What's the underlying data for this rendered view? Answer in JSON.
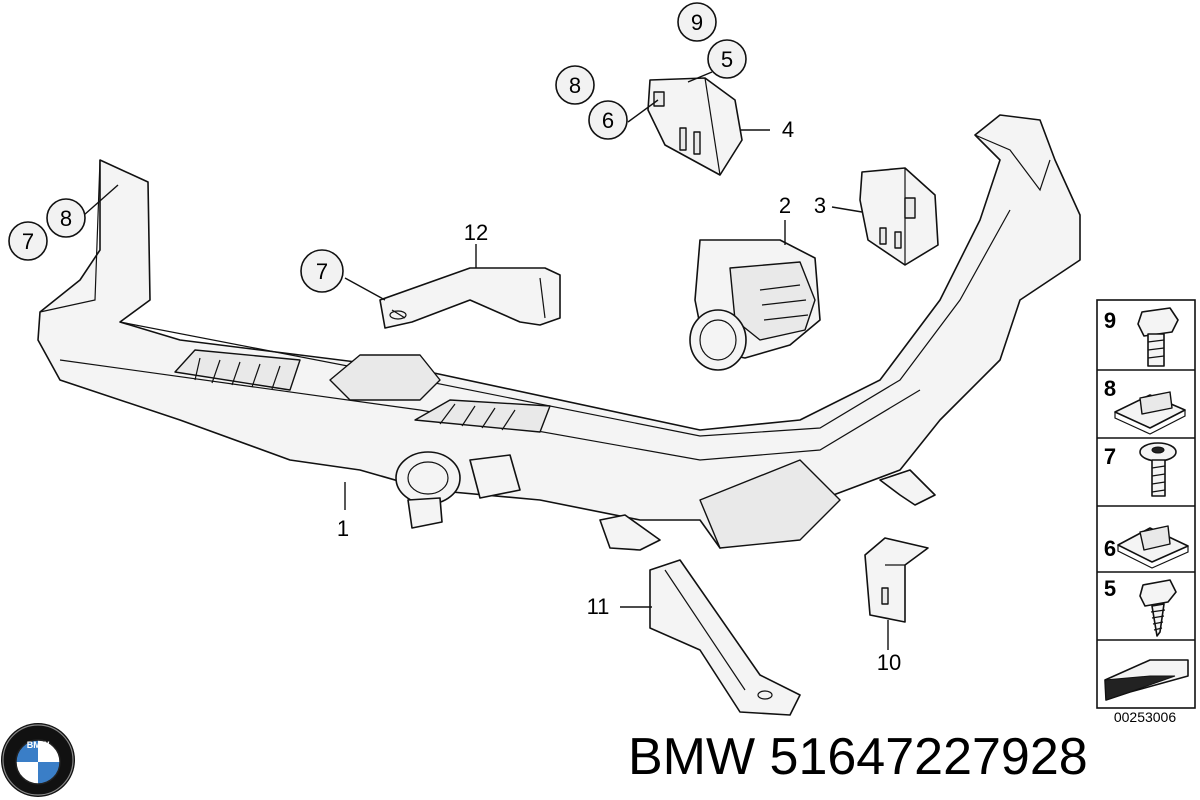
{
  "callouts": {
    "c1": "1",
    "c2": "2",
    "c3": "3",
    "c4": "4",
    "c5": "5",
    "c6": "6",
    "c7a": "7",
    "c7b": "7",
    "c8a": "8",
    "c8b": "8",
    "c9": "9",
    "c10": "10",
    "c11": "11",
    "c12": "12"
  },
  "legend": {
    "items": [
      "9",
      "8",
      "7",
      "6",
      "5"
    ],
    "icons": [
      "hex-bolt-icon",
      "clip-nut-icon",
      "torx-screw-icon",
      "spring-nut-icon",
      "self-tapping-screw-icon",
      "direction-arrow-icon"
    ]
  },
  "reference_code": "00253006",
  "logo_text": "BMW",
  "caption": {
    "brand": "BMW",
    "part_number": "51647227928"
  }
}
